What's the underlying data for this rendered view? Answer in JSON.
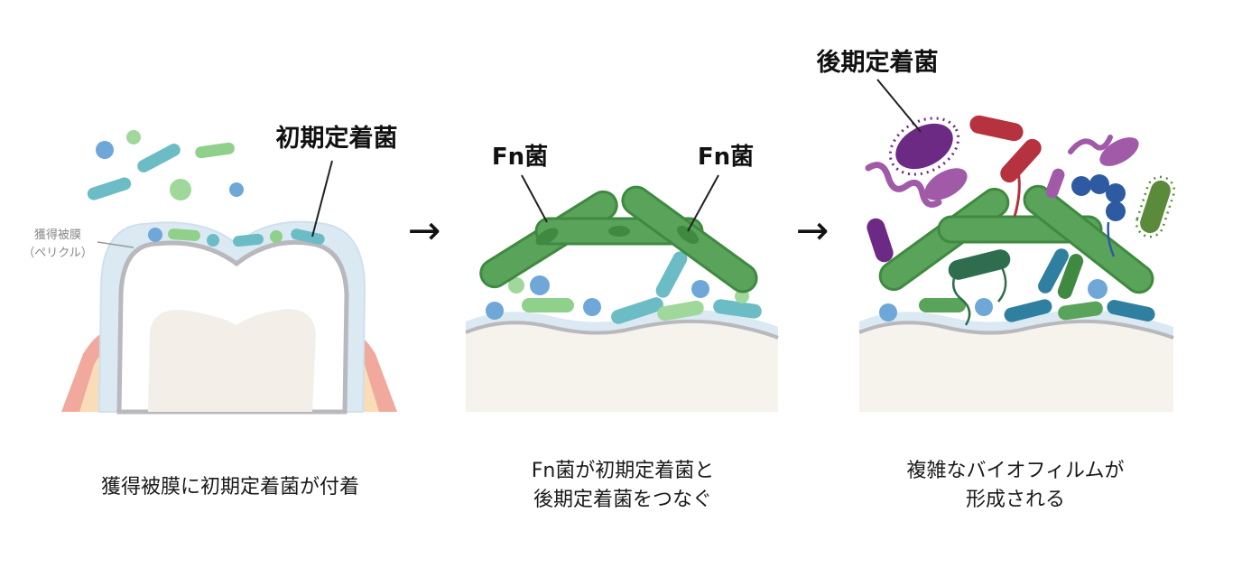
{
  "panels": [
    {
      "label": "初期定着菌",
      "pellicle_label_line1": "獲得被膜",
      "pellicle_label_line2": "（ペリクル）",
      "caption_line1": "獲得被膜に初期定着菌が付着",
      "caption_line2": ""
    },
    {
      "label_left": "Fn菌",
      "label_right": "Fn菌",
      "caption_line1": "Fn菌が初期定着菌と",
      "caption_line2": "後期定着菌をつなぐ"
    },
    {
      "label": "後期定着菌",
      "caption_line1": "複雑なバイオフィルムが",
      "caption_line2": "形成される"
    }
  ],
  "arrow_glyph": "→",
  "colors": {
    "tooth": "#f6f2ec",
    "pellicle": "#dbe9f3",
    "gum": "#f1a89d",
    "fn_green": "#5aa35a",
    "early_teal": "#6cbcc6",
    "early_blue": "#6ea7d8",
    "early_lightgreen": "#8fd08a",
    "late_purple": "#8a4a9a",
    "late_red": "#b5323e",
    "late_navy": "#2d5aa0",
    "late_olive": "#5a8a3a"
  }
}
